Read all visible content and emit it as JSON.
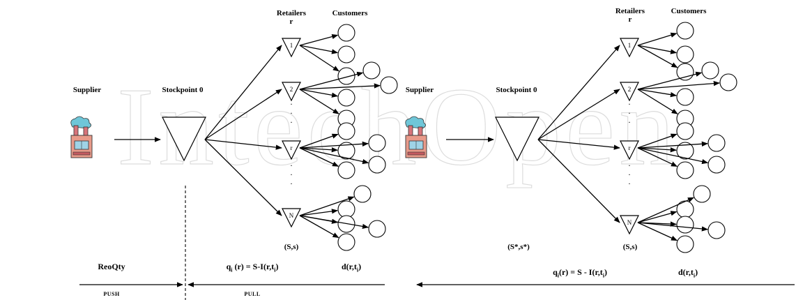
{
  "watermark": "IntechOpen",
  "left": {
    "supplier": "Supplier",
    "stockpoint": "Stockpoint 0",
    "retailers_line1": "Retailers",
    "retailers_line2": "r",
    "customers": "Customers",
    "retailer_labels": [
      "1",
      "2",
      "r",
      "N"
    ],
    "dots": ".",
    "policy": "(S,s)",
    "reoqty": "ReoQty",
    "order_qty": {
      "q": "q",
      "sub": "i",
      "rest": " (r) = S-I(r,t",
      "sub2": "i",
      "close": ")"
    },
    "demand": {
      "d": "d(r,t",
      "sub": "i",
      "close": ")"
    },
    "push": "PUSH",
    "pull": "PULL"
  },
  "right": {
    "supplier": "Supplier",
    "stockpoint": "Stockpoint 0",
    "retailers_line1": "Retailers",
    "retailers_line2": "r",
    "customers": "Customers",
    "retailer_labels": [
      "1",
      "2",
      "r",
      "N"
    ],
    "dots": ".",
    "policy_stock": "(S*,s*)",
    "policy": "(S,s)",
    "order_qty": {
      "q": "q",
      "sub": "i",
      "rest": "(r) = S - I(r,t",
      "sub2": "i",
      "close": ")"
    },
    "demand": {
      "d": "d(r,t",
      "sub": "i",
      "close": ")"
    }
  },
  "colors": {
    "line": "#000000",
    "watermark": "#d9d9d9",
    "factory_body": "#e89a8a",
    "factory_smoke": "#6fc6d8",
    "factory_window": "#9fd3e6"
  }
}
